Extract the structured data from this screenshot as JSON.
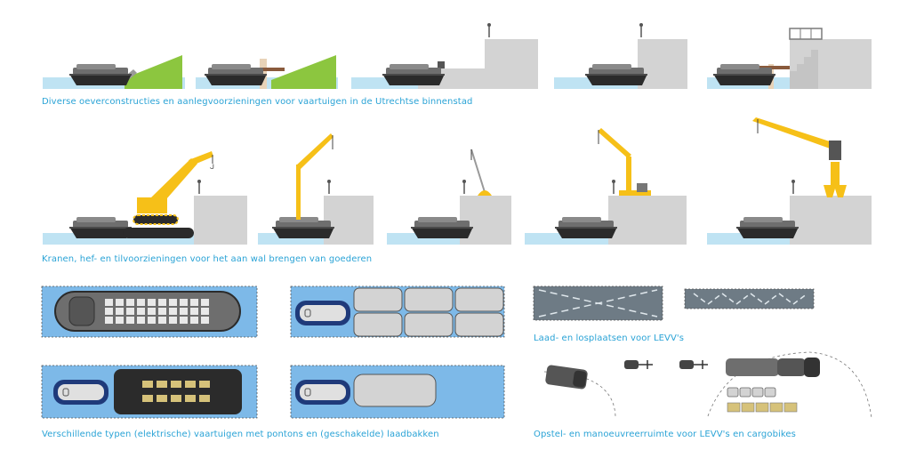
{
  "captions": {
    "quays": "Diverse oeverconstructies en aanlegvoorzieningen voor vaartuigen in de Utrechtse binnenstad",
    "cranes": "Kranen, hef- en tilvoorzieningen voor het aan wal brengen van goederen",
    "vessels": "Verschillende typen (elektrische) vaartuigen met pontons en (geschakelde) laadbakken",
    "loading": "Laad- en losplaatsen voor LEVV's",
    "parking": "Opstel- en manoeuvreerruimte voor LEVV's en cargobikes"
  },
  "colors": {
    "water": "#bfe3f3",
    "grass": "#8cc63f",
    "quay": "#d3d3d3",
    "hull": "#2b2b2b",
    "cabin": "#6e6e6e",
    "crane": "#f6c018",
    "pontoon_bg": "#7db9e8",
    "ramp": "#8a5a3c",
    "caption": "#2aa3d6"
  }
}
